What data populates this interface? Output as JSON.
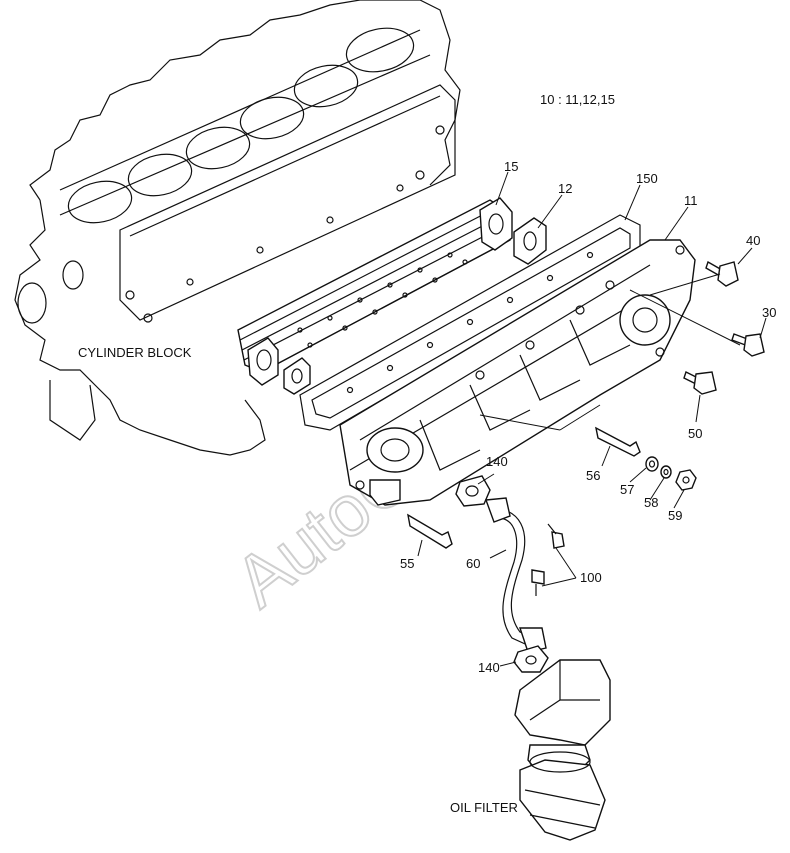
{
  "diagram": {
    "note": "10 : 11,12,15",
    "watermark": "AutoCO",
    "captions": {
      "cylinder_block": "CYLINDER BLOCK",
      "oil_filter": "OIL FILTER"
    },
    "part_labels": {
      "p15": "15",
      "p12": "12",
      "p150": "150",
      "p11": "11",
      "p40": "40",
      "p30": "30",
      "p50": "50",
      "p56": "56",
      "p57": "57",
      "p58": "58",
      "p59": "59",
      "p140a": "140",
      "p140b": "140",
      "p55": "55",
      "p60": "60",
      "p100": "100"
    }
  }
}
